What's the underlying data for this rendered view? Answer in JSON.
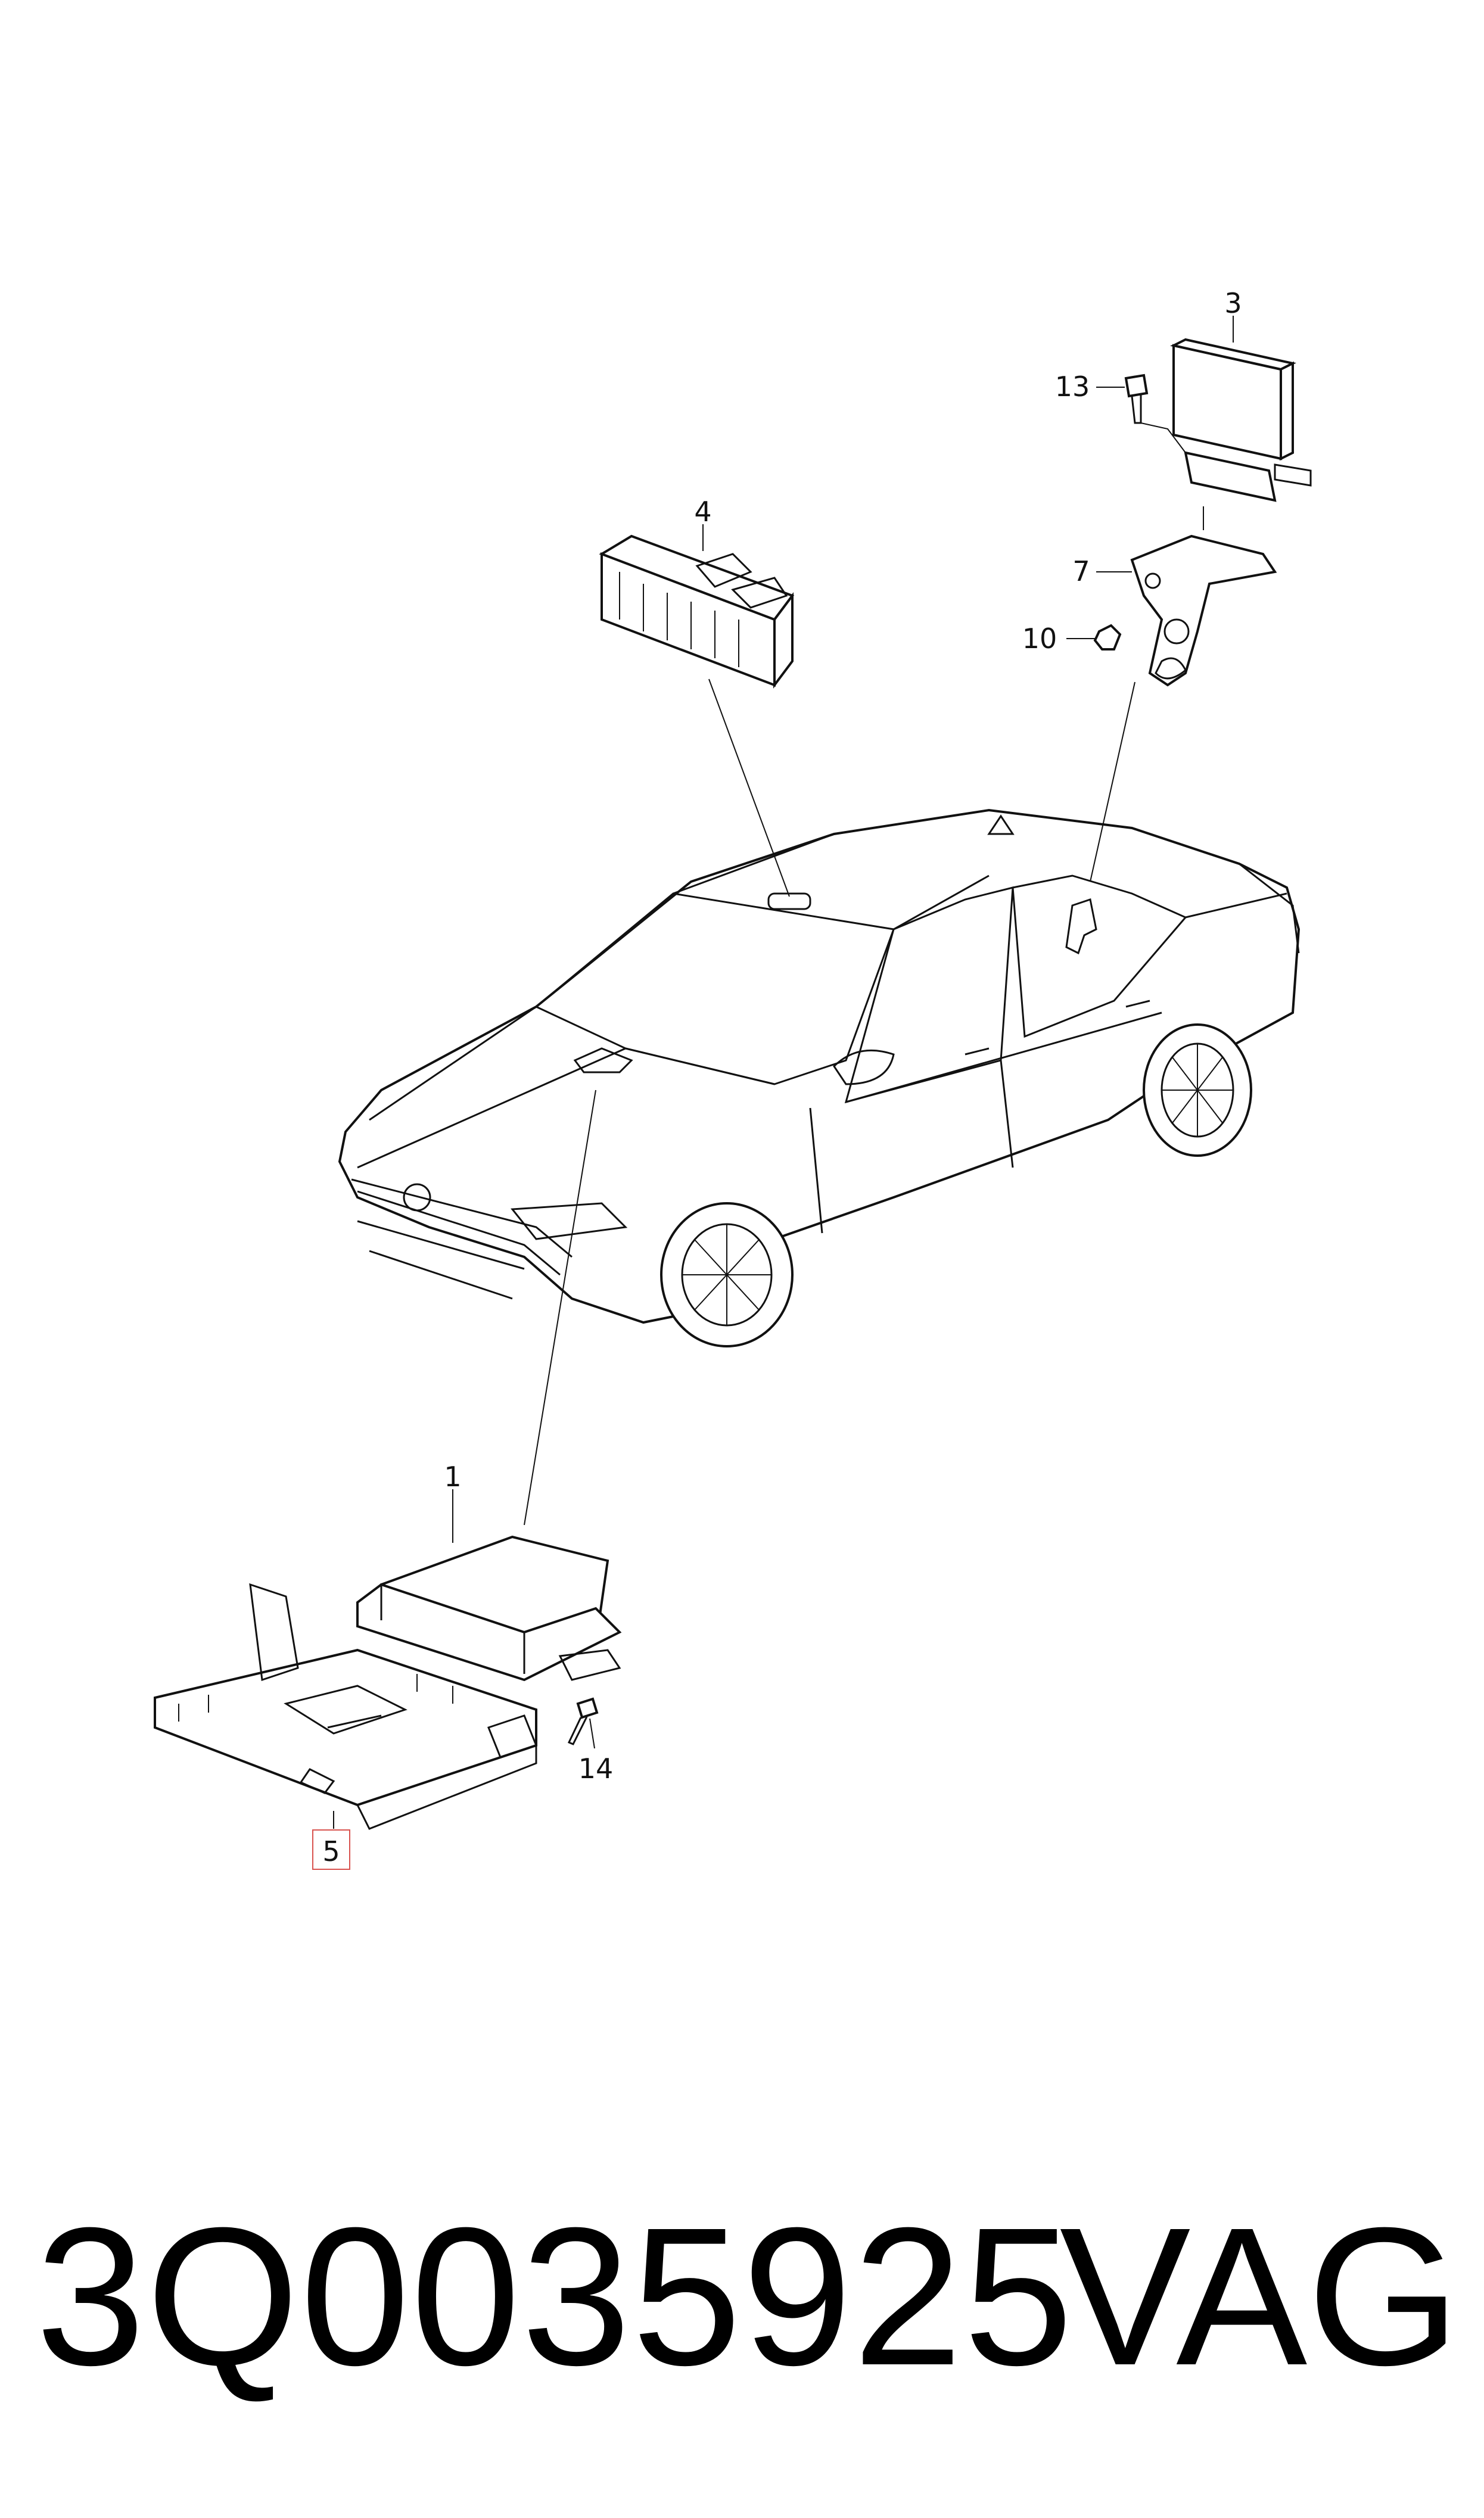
{
  "callouts": {
    "c1": "1",
    "c3": "3",
    "c4": "4",
    "c5": "5",
    "c7": "7",
    "c10": "10",
    "c13": "13",
    "c14": "14"
  },
  "footer": {
    "part_number": "3Q0035925",
    "brand": "VAG"
  },
  "colors": {
    "line": "#111111",
    "highlight_box": "#d9534f",
    "background": "#ffffff"
  }
}
